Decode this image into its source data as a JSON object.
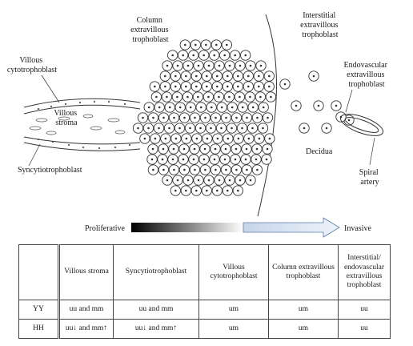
{
  "labels": {
    "villous_cytotrophoblast": [
      "Villous",
      "cytotrophoblast"
    ],
    "villous_stroma": [
      "Villous",
      "stroma"
    ],
    "syncytiotrophoblast": "Syncytiotrophoblast",
    "column_evt": [
      "Column",
      "extravillous",
      "trophoblast"
    ],
    "interstitial_evt": [
      "Interstitial",
      "extravillous",
      "trophoblast"
    ],
    "endovascular_evt": [
      "Endovascular",
      "extravillous",
      "trophoblast"
    ],
    "decidua": "Decidua",
    "spiral_artery": [
      "Spiral",
      "artery"
    ]
  },
  "gradient": {
    "left": "Proliferative",
    "right": "Invasive"
  },
  "table": {
    "headers": [
      "",
      "Villous stroma",
      "Syncytiotrophoblast",
      "Villous cytotrophoblast",
      "Column extravillous trophoblast",
      "Interstitial/ endovascular extravillous trophoblast"
    ],
    "rows": [
      [
        "YY",
        "uu and mm",
        "uu and mm",
        "um",
        "um",
        "uu"
      ],
      [
        "HH",
        "uu↓ and mm↑",
        "uu↓ and mm↑",
        "um",
        "um",
        "uu"
      ]
    ]
  }
}
